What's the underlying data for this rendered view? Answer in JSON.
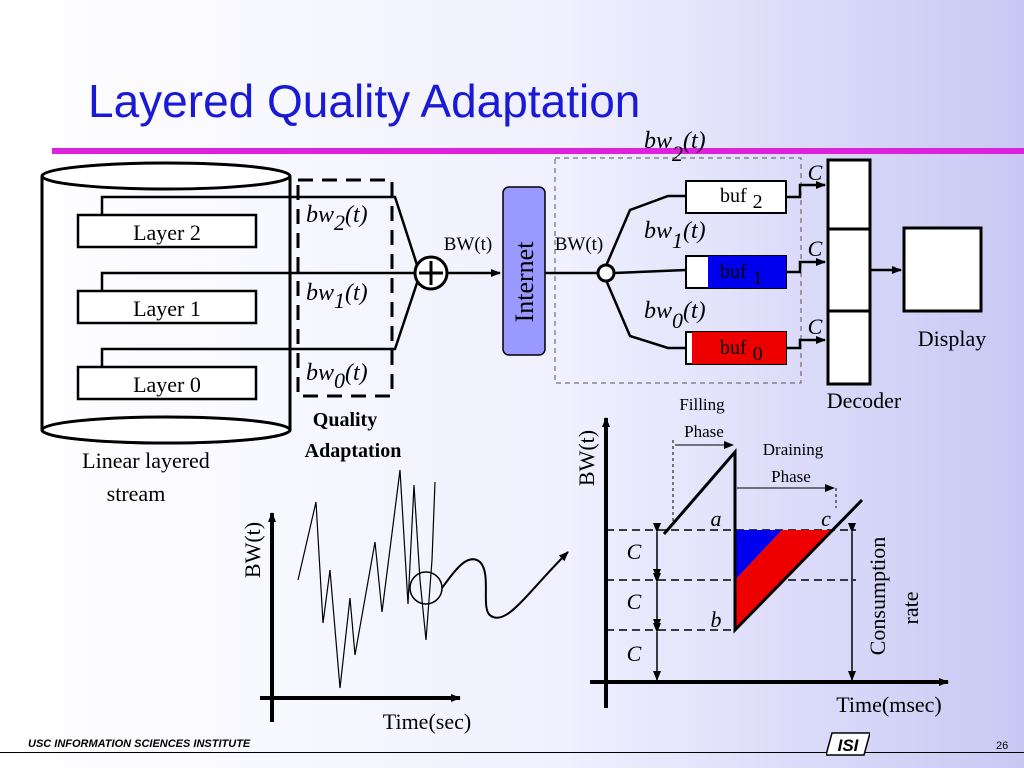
{
  "title": "Layered Quality Adaptation",
  "stream": {
    "layers": [
      "Layer 2",
      "Layer 1",
      "Layer 0"
    ],
    "caption": [
      "Linear layered",
      "stream"
    ]
  },
  "quality_adaptation": {
    "inputs": [
      {
        "base": "bw",
        "sub": "2",
        "arg": "(t)"
      },
      {
        "base": "bw",
        "sub": "1",
        "arg": "(t)"
      },
      {
        "base": "bw",
        "sub": "0",
        "arg": "(t)"
      }
    ],
    "caption": [
      "Quality",
      "Adaptation"
    ],
    "adder_symbol": "+"
  },
  "network": {
    "bw_in": "BW(t)",
    "internet": "Internet",
    "bw_out": "BW(t)"
  },
  "receiver": {
    "outputs": [
      {
        "base": "bw",
        "sub": "2",
        "arg": "(t)"
      },
      {
        "base": "bw",
        "sub": "1",
        "arg": "(t)"
      },
      {
        "base": "bw",
        "sub": "0",
        "arg": "(t)"
      }
    ],
    "buffers": [
      {
        "label": "buf",
        "sub": "2",
        "color": "#ffffff"
      },
      {
        "label": "buf",
        "sub": "1",
        "color": "#0000ee"
      },
      {
        "label": "buf",
        "sub": "0",
        "color": "#ee0000"
      }
    ],
    "capacity_label": "C",
    "decoder": "Decoder",
    "display": "Display"
  },
  "left_plot": {
    "ylabel": "BW(t)",
    "xlabel": "Time(sec)"
  },
  "right_plot": {
    "ylabel": "BW(t)",
    "xlabel": "Time(msec)",
    "filling_phase": [
      "Filling",
      "Phase"
    ],
    "draining_phase": [
      "Draining",
      "Phase"
    ],
    "point_a": "a",
    "point_b": "b",
    "point_c": "c",
    "capacity_label": "C",
    "consumption_rate": [
      "Consumption",
      "rate"
    ],
    "fill_colors": {
      "blue": "#0000ee",
      "red": "#ee0000"
    }
  },
  "footer": {
    "institute": "USC INFORMATION SCIENCES INSTITUTE",
    "logo": "ISI",
    "slide_number": "26"
  },
  "colors": {
    "title": "#1a1ad6",
    "rule": "#dd22dd",
    "internet": "#9999ff"
  }
}
